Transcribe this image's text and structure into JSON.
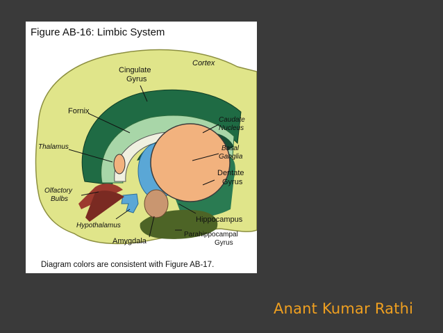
{
  "figure": {
    "title": "Figure AB-16: Limbic System",
    "caption": "Diagram colors are consistent with Figure AB-17.",
    "labels": {
      "cortex": "Cortex",
      "cingulate_1": "Cingulate",
      "cingulate_2": "Gyrus",
      "fornix": "Fornix",
      "caudate_1": "Caudate",
      "caudate_2": "Nucleus",
      "thalamus": "Thalamus",
      "basal_1": "Basal",
      "basal_2": "Ganglia",
      "dentate_1": "Dentate",
      "dentate_2": "Gyrus",
      "olfactory_1": "Olfactory",
      "olfactory_2": "Bulbs",
      "hippocampus": "Hippocampus",
      "hypothalamus": "Hypothalamus",
      "parahippo_1": "Parahippocampal",
      "parahippo_2": "Gyrus",
      "amygdala": "Amygdala"
    }
  },
  "author": "Anant Kumar Rathi",
  "colors": {
    "slide_bg": "#3a3a3a",
    "cortex": "#e0e58a",
    "cingulate": "#1f6b44",
    "basal_ganglia": "#f2b27e",
    "thalamus_blue": "#5aa7d6",
    "amygdala": "#c99670",
    "parahippocampal": "#4d6426",
    "author_text": "#f0a020"
  }
}
